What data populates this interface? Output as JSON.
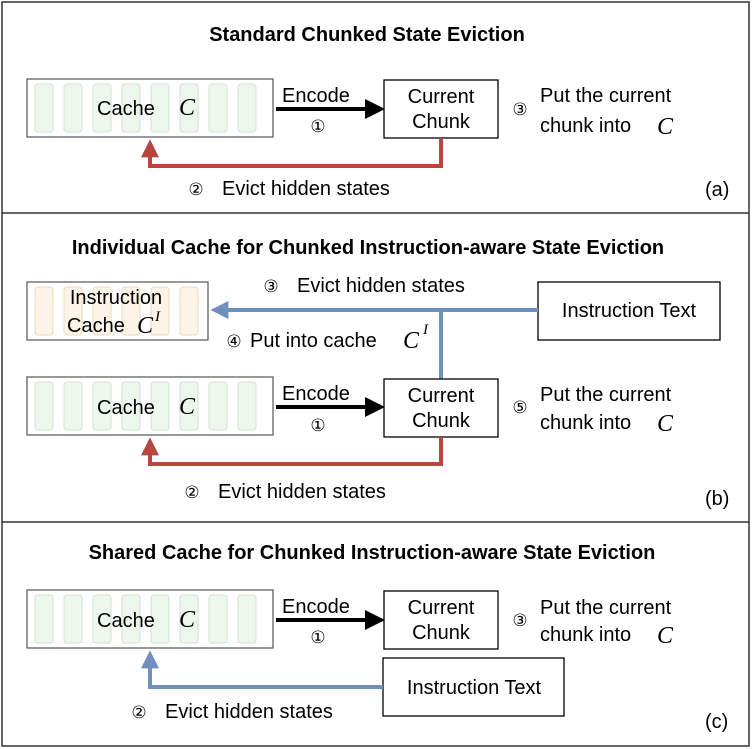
{
  "colors": {
    "evict_red": "#b5473f",
    "instruction_blue": "#6f8fbf",
    "encode_black": "#000000",
    "cache_slot_green": "#eef7ee",
    "cache_slot_orange": "#fdf3e6",
    "border": "#333333"
  },
  "panel_a": {
    "title": "Standard Chunked State Eviction",
    "cache_label": "Cache",
    "cache_var": "C",
    "encode_label": "Encode",
    "encode_step": "①",
    "chunk_line1": "Current",
    "chunk_line2": "Chunk",
    "put_step": "③",
    "put_line1": "Put the current",
    "put_line2": "chunk into",
    "put_var": "C",
    "evict_step": "②",
    "evict_label": "Evict hidden states",
    "tag": "(a)"
  },
  "panel_b": {
    "title": "Individual Cache for Chunked Instruction-aware State Eviction",
    "icache_line1": "Instruction",
    "icache_line2": "Cache",
    "icache_var": "C",
    "icache_sup": "I",
    "evict_instr_step": "③",
    "evict_instr_label": "Evict hidden states",
    "instruction_text": "Instruction Text",
    "put_cache_step": "④",
    "put_cache_label": "Put into cache",
    "put_cache_var": "C",
    "put_cache_sup": "I",
    "cache_label": "Cache",
    "cache_var": "C",
    "encode_label": "Encode",
    "encode_step": "①",
    "chunk_line1": "Current",
    "chunk_line2": "Chunk",
    "put_step": "⑤",
    "put_line1": "Put the current",
    "put_line2": "chunk into",
    "put_var": "C",
    "evict_step": "②",
    "evict_label": "Evict hidden states",
    "tag": "(b)"
  },
  "panel_c": {
    "title": "Shared Cache for Chunked Instruction-aware State Eviction",
    "cache_label": "Cache",
    "cache_var": "C",
    "encode_label": "Encode",
    "encode_step": "①",
    "chunk_line1": "Current",
    "chunk_line2": "Chunk",
    "put_step": "③",
    "put_line1": "Put the current",
    "put_line2": "chunk into",
    "put_var": "C",
    "instruction_text": "Instruction Text",
    "evict_step": "②",
    "evict_label": "Evict hidden states",
    "tag": "(c)"
  }
}
